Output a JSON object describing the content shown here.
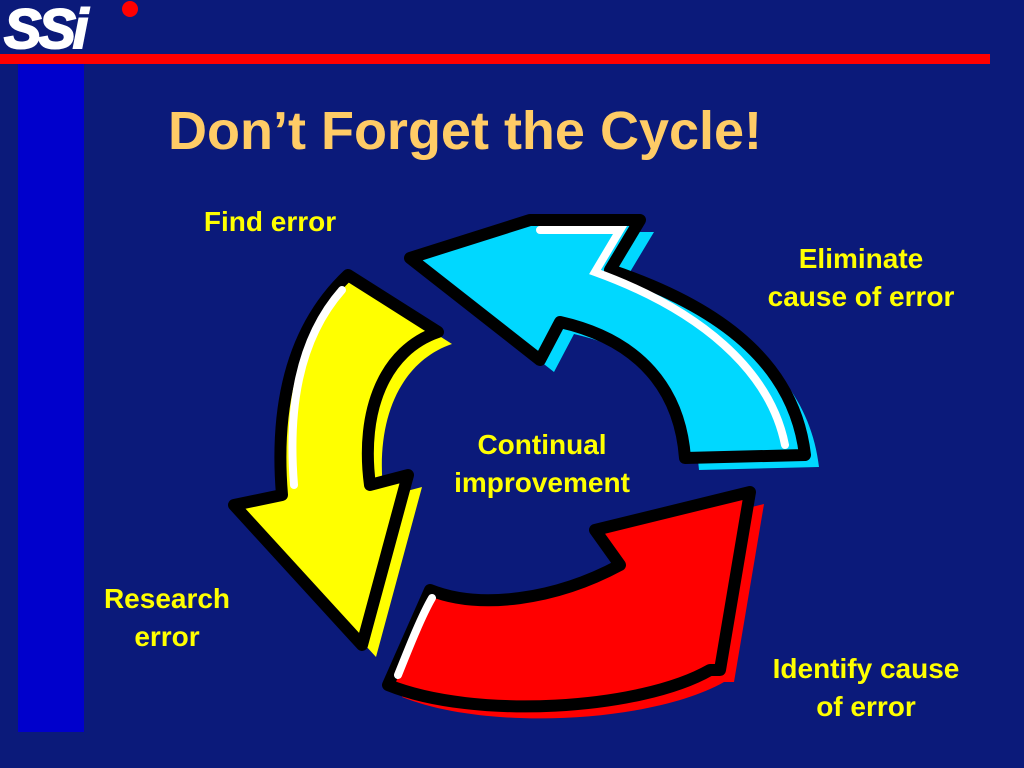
{
  "logo": {
    "text": "SSi"
  },
  "title": "Don’t Forget the Cycle!",
  "cycle": {
    "center_label": "Continual\nimprovement",
    "steps": [
      {
        "label": "Find error",
        "color": "#ffff00"
      },
      {
        "label": "Eliminate\ncause of error",
        "color": "#00d8ff"
      },
      {
        "label": "Identify cause\nof error",
        "color": "#ff0000"
      },
      {
        "label": "Research\nerror",
        "color": "#ffff00"
      }
    ]
  },
  "colors": {
    "background": "#0b1a7a",
    "title": "#ffcc66",
    "labels": "#ffff00",
    "bar_red": "#ff0000",
    "bar_blue": "#0000cc"
  }
}
